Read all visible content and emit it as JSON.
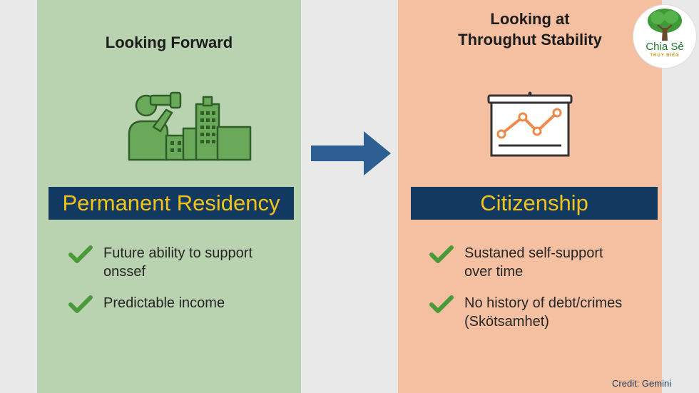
{
  "left": {
    "heading": "Looking Forward",
    "banner": "Permanent Residency",
    "items": [
      {
        "line1": "Future ability to support",
        "line2": "onssef"
      },
      {
        "line1": "Predictable income",
        "line2": ""
      }
    ]
  },
  "right": {
    "heading_line1": "Looking at",
    "heading_line2": "Throughut Stability",
    "banner": "Citizenship",
    "items": [
      {
        "line1": "Sustaned self-support",
        "line2": "over time"
      },
      {
        "line1": "No history of debt/crimes",
        "line2": "(Skötsamhet)"
      }
    ]
  },
  "logo": {
    "name": "Chia Sẻ",
    "sub": "THỤY ĐIỂN"
  },
  "credit": {
    "label": "Credit:",
    "value": "Gemini"
  },
  "colors": {
    "left_panel": "#b9d3b0",
    "right_panel": "#f4c0a1",
    "banner_bg": "#123a60",
    "banner_text": "#f3c21b",
    "check": "#4a9a3a",
    "arrow": "#2e5f93"
  },
  "icons": [
    "binoculars-person-icon",
    "buildings-icon",
    "arrow-right-icon",
    "presentation-chart-icon",
    "check-icon",
    "tree-logo-icon"
  ]
}
